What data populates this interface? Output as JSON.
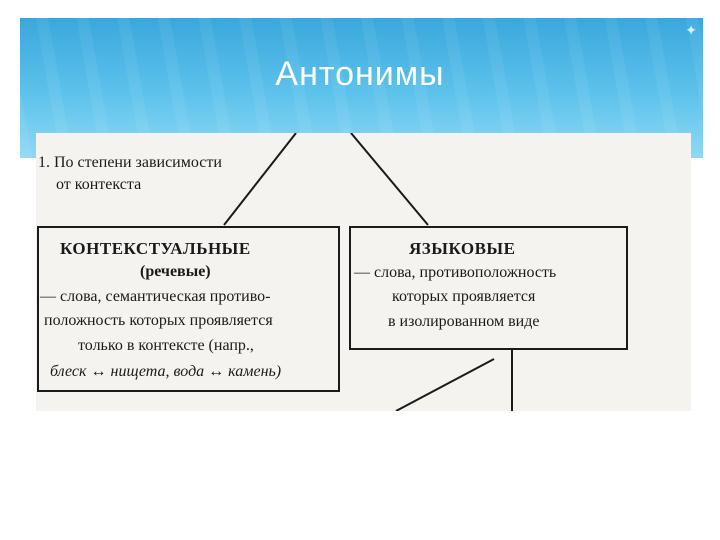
{
  "title": "Антонимы",
  "diagram": {
    "criterion_line1": "1. По степени зависимости",
    "criterion_line2": "от контекста",
    "left_box": {
      "heading": "КОНТЕКСТУАЛЬНЫЕ",
      "subheading": "(речевые)",
      "line1": "— слова, семантическая противо-",
      "line2": "положность которых проявляется",
      "line3": "только в контексте (напр.,",
      "line4": "блеск ↔ нищета, вода ↔ камень)"
    },
    "right_box": {
      "heading": "ЯЗЫКОВЫЕ",
      "line1": "— слова, противоположность",
      "line2": "которых проявляется",
      "line3": "в изолированном виде"
    }
  },
  "colors": {
    "header_top": "#3aa7dc",
    "header_bottom": "#8fd8f3",
    "title_text": "#ffffff",
    "scan_background": "#f4f3ef",
    "ink": "#1a1a1a"
  }
}
